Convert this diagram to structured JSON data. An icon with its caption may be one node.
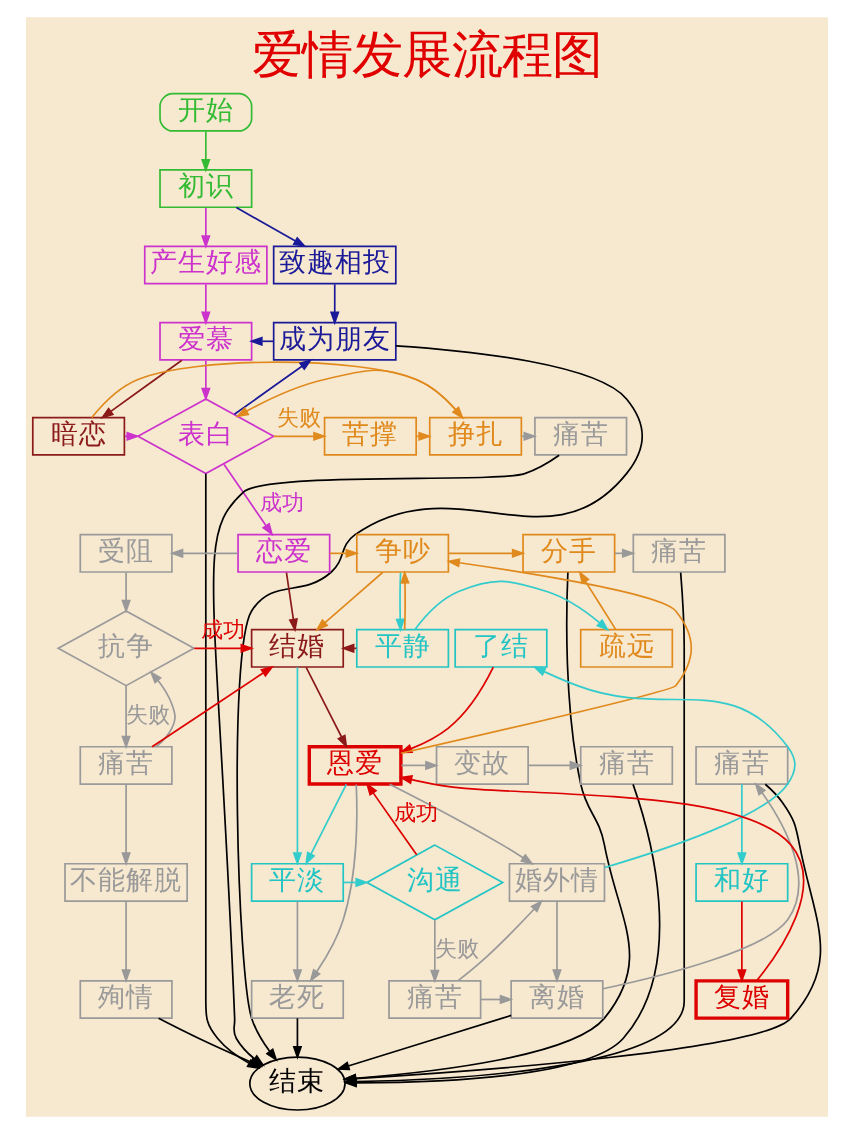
{
  "diagram": {
    "title": "爱情发展流程图",
    "nodes": [
      {
        "text": [
          "开始"
        ]
      },
      {
        "text": [
          "初识"
        ]
      },
      {
        "text": [
          "产生好感"
        ]
      },
      {
        "text": [
          "致趣相投"
        ]
      },
      {
        "text": [
          "爱慕"
        ]
      },
      {
        "text": [
          "成为朋友"
        ]
      },
      {
        "text": [
          "暗恋"
        ]
      },
      {
        "text": [
          "表白"
        ]
      },
      {
        "text": [
          "苦撑"
        ]
      },
      {
        "text": [
          "挣扎"
        ]
      },
      {
        "text": [
          "痛苦"
        ]
      },
      {
        "text": [
          "受阻"
        ]
      },
      {
        "text": [
          "恋爱"
        ]
      },
      {
        "text": [
          "争吵"
        ]
      },
      {
        "text": [
          "分手"
        ]
      },
      {
        "text": [
          "痛苦"
        ]
      },
      {
        "text": [
          "抗争"
        ]
      },
      {
        "text": [
          "结婚"
        ]
      },
      {
        "text": [
          "平静"
        ]
      },
      {
        "text": [
          "疏远"
        ]
      },
      {
        "text": [
          "了结"
        ]
      },
      {
        "text": [
          "痛苦"
        ]
      },
      {
        "text": [
          "恩爱"
        ]
      },
      {
        "text": [
          "变故"
        ]
      },
      {
        "text": [
          "痛苦"
        ]
      },
      {
        "text": [
          "痛苦"
        ]
      },
      {
        "text": [
          "不能解脱"
        ]
      },
      {
        "text": [
          "平淡"
        ]
      },
      {
        "text": [
          "沟通"
        ]
      },
      {
        "text": [
          "婚外情"
        ]
      },
      {
        "text": [
          "和好"
        ]
      },
      {
        "text": [
          "殉情"
        ]
      },
      {
        "text": [
          "老死"
        ]
      },
      {
        "text": [
          "痛苦"
        ]
      },
      {
        "text": [
          "离婚"
        ]
      },
      {
        "text": [
          "复婚"
        ]
      },
      {
        "text": [
          "结束"
        ]
      }
    ],
    "edges": [
      {
        "from": 0,
        "to": 1,
        "arrow": "to",
        "color": "#33bb33"
      },
      {
        "from": 1,
        "to": 2,
        "arrow": "to",
        "color": "#cc33cc"
      },
      {
        "from": 1,
        "to": 3,
        "arrow": "to",
        "color": "#1a1a99"
      },
      {
        "from": 2,
        "to": 4,
        "arrow": "to",
        "color": "#cc33cc"
      },
      {
        "from": 3,
        "to": 5,
        "arrow": "to",
        "color": "#1a1a99"
      },
      {
        "from": 5,
        "to": 4,
        "arrow": "to",
        "color": "#1a1a99"
      },
      {
        "from": 4,
        "to": 6,
        "arrow": "to",
        "color": "#8b1a1a"
      },
      {
        "from": 4,
        "to": 7,
        "arrow": "to",
        "color": "#cc33cc"
      },
      {
        "from": 6,
        "to": 7,
        "arrow": "to",
        "color": "#cc33cc"
      },
      {
        "from": 6,
        "to": 9,
        "arrow": "to",
        "color": "#e08a1e"
      },
      {
        "from": 7,
        "to": 8,
        "arrow": "to",
        "label": "失败",
        "color": "#e08a1e"
      },
      {
        "from": 7,
        "to": 5,
        "arrow": "to",
        "color": "#1a1a99"
      },
      {
        "from": 7,
        "to": 36,
        "arrow": "to",
        "color": "#000000"
      },
      {
        "from": 7,
        "to": 12,
        "arrow": "to",
        "label": "成功",
        "color": "#cc33cc"
      },
      {
        "from": 8,
        "to": 9,
        "arrow": "to",
        "color": "#e08a1e"
      },
      {
        "from": 9,
        "to": 10,
        "arrow": "to"
      },
      {
        "from": 9,
        "to": 7,
        "arrow": "to",
        "color": "#e08a1e"
      },
      {
        "from": 5,
        "to": 36,
        "arrow": "to",
        "color": "#000000"
      },
      {
        "from": 10,
        "to": 36,
        "arrow": "to",
        "color": "#000000"
      },
      {
        "from": 12,
        "to": 11,
        "arrow": "to"
      },
      {
        "from": 12,
        "to": 13,
        "arrow": "to",
        "color": "#e08a1e"
      },
      {
        "from": 12,
        "to": 17,
        "arrow": "to",
        "color": "#8b1a1a"
      },
      {
        "from": 13,
        "to": 14,
        "arrow": "to",
        "color": "#e08a1e"
      },
      {
        "from": 14,
        "to": 15,
        "arrow": "to"
      },
      {
        "from": 14,
        "to": 36,
        "arrow": "to",
        "color": "#000000"
      },
      {
        "from": 15,
        "to": 36,
        "arrow": "to",
        "color": "#000000"
      },
      {
        "from": 11,
        "to": 16,
        "arrow": "to"
      },
      {
        "from": 16,
        "to": 17,
        "arrow": "to",
        "label": "成功",
        "color": "#dd0000"
      },
      {
        "from": 16,
        "to": 21,
        "arrow": "to",
        "label": "失败"
      },
      {
        "from": 21,
        "to": 16,
        "arrow": "to"
      },
      {
        "from": 21,
        "to": 17,
        "arrow": "to",
        "color": "#dd0000"
      },
      {
        "from": 21,
        "to": 26,
        "arrow": "to"
      },
      {
        "from": 26,
        "to": 31,
        "arrow": "to"
      },
      {
        "from": 31,
        "to": 36,
        "arrow": "to",
        "color": "#000000"
      },
      {
        "from": 13,
        "to": 17,
        "arrow": "to",
        "color": "#e08a1e"
      },
      {
        "from": 18,
        "to": 17,
        "arrow": "to",
        "color": "#8b1a1a"
      },
      {
        "from": 13,
        "to": 18,
        "arrow": "to",
        "color": "#33cccc"
      },
      {
        "from": 18,
        "to": 13,
        "arrow": "to",
        "color": "#e08a1e"
      },
      {
        "from": 18,
        "to": 19,
        "arrow": "to",
        "color": "#33cccc"
      },
      {
        "from": 19,
        "to": 14,
        "arrow": "to",
        "color": "#e08a1e"
      },
      {
        "from": 17,
        "to": 22,
        "arrow": "to",
        "color": "#8b1a1a"
      },
      {
        "from": 17,
        "to": 27,
        "arrow": "to",
        "color": "#33cccc"
      },
      {
        "from": 22,
        "to": 13,
        "arrow": "to",
        "color": "#e08a1e"
      },
      {
        "from": 20,
        "to": 22,
        "arrow": "to",
        "color": "#dd0000"
      },
      {
        "from": 35,
        "to": 22,
        "arrow": "to",
        "color": "#dd0000"
      },
      {
        "from": 22,
        "to": 23,
        "arrow": "to"
      },
      {
        "from": 22,
        "to": 27,
        "arrow": "to",
        "color": "#33cccc"
      },
      {
        "from": 22,
        "to": 29,
        "arrow": "to"
      },
      {
        "from": 22,
        "to": 32,
        "arrow": "to"
      },
      {
        "from": 23,
        "to": 24,
        "arrow": "to"
      },
      {
        "from": 24,
        "to": 36,
        "arrow": "to",
        "color": "#000000"
      },
      {
        "from": 27,
        "to": 28,
        "arrow": "to",
        "color": "#33cccc"
      },
      {
        "from": 27,
        "to": 32,
        "arrow": "to"
      },
      {
        "from": 28,
        "to": 22,
        "arrow": "to",
        "label": "成功",
        "color": "#dd0000"
      },
      {
        "from": 28,
        "to": 33,
        "arrow": "to",
        "label": "失败"
      },
      {
        "from": 33,
        "to": 29,
        "arrow": "to"
      },
      {
        "from": 33,
        "to": 34,
        "arrow": "to"
      },
      {
        "from": 29,
        "to": 34,
        "arrow": "to"
      },
      {
        "from": 29,
        "to": 20,
        "arrow": "to",
        "color": "#33cccc"
      },
      {
        "from": 34,
        "to": 25,
        "arrow": "to"
      },
      {
        "from": 34,
        "to": 36,
        "arrow": "to",
        "color": "#000000"
      },
      {
        "from": 25,
        "to": 30,
        "arrow": "to",
        "color": "#33cccc"
      },
      {
        "from": 25,
        "to": 36,
        "arrow": "to",
        "color": "#000000"
      },
      {
        "from": 30,
        "to": 35,
        "arrow": "to",
        "color": "#dd0000"
      },
      {
        "from": 32,
        "to": 36,
        "arrow": "to",
        "color": "#000000"
      }
    ]
  }
}
